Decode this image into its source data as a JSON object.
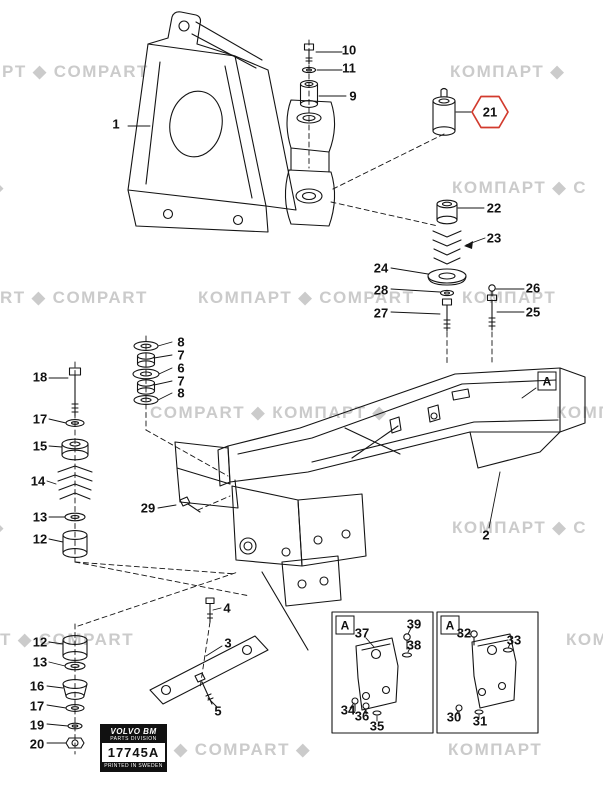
{
  "watermark": {
    "segments": [
      {
        "text": "PT ◆ COMPART"
      },
      {
        "text": "КОМПАРТ ◆"
      },
      {
        "text": "◆"
      },
      {
        "text": "КОМПАРТ ◆ C"
      },
      {
        "text": "RT ◆ COMPART"
      },
      {
        "text": "КОМПАРТ ◆ COMPART"
      },
      {
        "text": "КОМПАРТ"
      },
      {
        "text": "COMPART ◆ КОМПАРТ ◆"
      },
      {
        "text": "КОМПА"
      },
      {
        "text": "◆"
      },
      {
        "text": "КОМПАРТ ◆ C"
      },
      {
        "text": "T ◆ COMPART"
      },
      {
        "text": "КОМ"
      },
      {
        "text": "◆ COMPART ◆"
      },
      {
        "text": "КОМПАРТ"
      }
    ]
  },
  "callouts": [
    {
      "label": "1"
    },
    {
      "label": "10"
    },
    {
      "label": "11"
    },
    {
      "label": "9"
    },
    {
      "label": "21"
    },
    {
      "label": "22"
    },
    {
      "label": "23"
    },
    {
      "label": "24"
    },
    {
      "label": "28"
    },
    {
      "label": "27"
    },
    {
      "label": "26"
    },
    {
      "label": "25"
    },
    {
      "label": "8"
    },
    {
      "label": "7"
    },
    {
      "label": "6"
    },
    {
      "label": "7"
    },
    {
      "label": "8"
    },
    {
      "label": "18"
    },
    {
      "label": "17"
    },
    {
      "label": "15"
    },
    {
      "label": "14"
    },
    {
      "label": "13"
    },
    {
      "label": "12"
    },
    {
      "label": "29"
    },
    {
      "label": "2"
    },
    {
      "label": "4"
    },
    {
      "label": "3"
    },
    {
      "label": "5"
    },
    {
      "label": "12"
    },
    {
      "label": "13"
    },
    {
      "label": "16"
    },
    {
      "label": "17"
    },
    {
      "label": "19"
    },
    {
      "label": "20"
    },
    {
      "label": "37"
    },
    {
      "label": "39"
    },
    {
      "label": "38"
    },
    {
      "label": "34"
    },
    {
      "label": "36"
    },
    {
      "label": "35"
    },
    {
      "label": "32"
    },
    {
      "label": "33"
    },
    {
      "label": "30"
    },
    {
      "label": "31"
    }
  ],
  "ref_labels": {
    "frame": "A",
    "inset1": "A",
    "inset2": "A"
  },
  "label_box": {
    "brand": "VOLVO BM",
    "division": "PARTS DIVISION",
    "part_number": "17745A",
    "printed_note": "PRINTED IN SWEDEN"
  },
  "colors": {
    "highlight_hex": "#d23b2e",
    "ink": "#111111",
    "watermark": "#cbcbcb"
  }
}
